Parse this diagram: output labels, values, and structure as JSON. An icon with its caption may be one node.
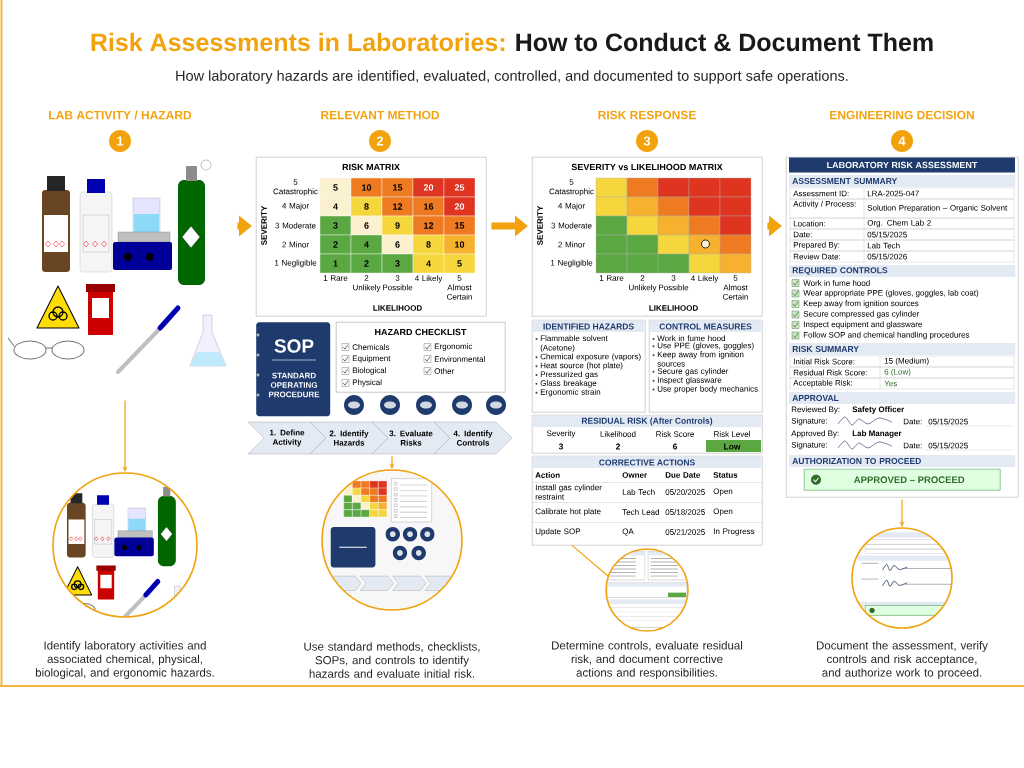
{
  "diagram": {
    "title": "Risk Assessments in Laboratories:",
    "caption": "How laboratory hazards are identified, evaluated, controlled, and documented to support safe operations.",
    "nodes": [
      {
        "text": [
          "LAB ACTIVITY / HAZARD",
          "1"
        ]
      },
      {
        "text": [],
        "shape": "picture"
      },
      {
        "text": [],
        "shape": "circle",
        "beside": [
          "Identify laboratory activities and associated chemical, physical, biological, and ergonomic hazards."
        ]
      },
      {
        "text": [
          "RELEVANT METHOD",
          "2"
        ]
      },
      {
        "text": [
          "RISK MATRIX",
          "SEVERITY",
          "LIKELIHOOD",
          "5 Catastrophic",
          "4 Major",
          "3 Moderate",
          "2 Minor",
          "1 Negligible",
          "1 Rare",
          "2 Unlikely",
          "3 Possible",
          "4 Likely",
          "5 Almost Certain",
          "5",
          "10",
          "15",
          "20",
          "25",
          "4",
          "8",
          "12",
          "16",
          "20",
          "3",
          "6",
          "9",
          "12",
          "15",
          "2",
          "4",
          "6",
          "8",
          "10",
          "1",
          "2",
          "3",
          "4",
          "5"
        ]
      },
      {
        "text": [
          "HAZARD CHECKLIST",
          "Chemicals",
          "Equipment",
          "Biological",
          "Physical",
          "Ergonomic",
          "Environmental",
          "Other"
        ]
      },
      {
        "text": [
          "SOP",
          "STANDARD OPERATING PROCEDURE"
        ]
      },
      {
        "text": [
          "1. Define Activity"
        ]
      },
      {
        "text": [
          "2. Identify Hazards"
        ]
      },
      {
        "text": [
          "3. Evaluate Risks"
        ]
      },
      {
        "text": [
          "4. Identify Controls"
        ]
      },
      {
        "text": [],
        "shape": "circle",
        "beside": [
          "Use standard methods, checklists, SOPs, and controls to identify hazards and evaluate initial risk."
        ]
      },
      {
        "text": [
          "RISK RESPONSE",
          "3"
        ]
      },
      {
        "text": [
          "SEVERITY vs LIKELIHOOD MATRIX",
          "SEVERITY",
          "LIKELIHOOD",
          "5 Catastrophic",
          "4 Major",
          "3 Moderate",
          "2 Minor",
          "1 Negligible",
          "1 Rare",
          "2 Unlikely",
          "3 Possible",
          "4 Likely",
          "5 Almost Certain"
        ]
      },
      {
        "text": [
          "IDENTIFIED HAZARDS",
          "Flammable solvent (Acetone)",
          "Chemical exposure (vapors)",
          "Heat source (hot plate)",
          "Pressurized gas",
          "Glass breakage",
          "Ergonomic strain"
        ]
      },
      {
        "text": [
          "CONTROL MEASURES",
          "Work in fume hood",
          "Use PPE (gloves, goggles)",
          "Keep away from ignition sources",
          "Secure gas cylinder",
          "Inspect glassware",
          "Use proper body mechanics"
        ]
      },
      {
        "text": [
          "RESIDUAL RISK (After Controls)",
          "Severity",
          "Likelihood",
          "Risk Score",
          "Risk Level",
          "3",
          "2",
          "6",
          "Low"
        ]
      },
      {
        "text": [
          "CORRECTIVE ACTIONS",
          "Action",
          "Owner",
          "Due Date",
          "Status",
          "Install gas cylinder restraint",
          "Lab Tech",
          "05/20/2025",
          "Open",
          "Calibrate hot plate",
          "Tech Lead",
          "05/18/2025",
          "Open",
          "Update SOP",
          "QA",
          "05/21/2025",
          "In Progress"
        ]
      },
      {
        "text": [],
        "shape": "circle",
        "beside": [
          "Determine controls, evaluate residual risk, and document corrective actions and responsibilities."
        ]
      },
      {
        "text": [
          "ENGINEERING DECISION",
          "4"
        ]
      },
      {
        "text": [
          "LABORATORY RISK ASSESSMENT",
          "ASSESSMENT SUMMARY",
          "Assessment ID:",
          "LRA-2025-047",
          "Activity / Process:",
          "Solution Preparation – Organic Solvent",
          "Location:",
          "Org. Chem Lab 2",
          "Date:",
          "05/15/2025",
          "Prepared By:",
          "Lab Tech",
          "Review Date:",
          "05/15/2026",
          "REQUIRED CONTROLS",
          "Work in fume hood",
          "Wear appropriate PPE (gloves, goggles, lab coat)",
          "Keep away from ignition sources",
          "Secure compressed gas cylinder",
          "Inspect equipment and glassware",
          "Follow SOP and chemical handling procedures",
          "RISK SUMMARY",
          "Initial Risk Score:",
          "15 (Medium)",
          "Residual Risk Score:",
          "6 (Low)",
          "Acceptable Risk:",
          "Yes",
          "APPROVAL",
          "Reviewed By:",
          "Safety Officer",
          "Signature:",
          "Date:",
          "05/15/2025",
          "Approved By:",
          "Lab Manager",
          "Signature:",
          "Date:",
          "05/15/2025",
          "AUTHORIZATION TO PROCEED"
        ]
      },
      {
        "text": [
          "APPROVED – PROCEED"
        ],
        "in": 20
      },
      {
        "text": [],
        "shape": "circle",
        "beside": [
          "Document the assessment, verify controls and risk acceptance, and authorize work to proceed."
        ]
      }
    ],
    "edges": [
      {
        "from": 1,
        "to": 4,
        "arrow": "to",
        "style": "thick"
      },
      {
        "from": 4,
        "to": 13,
        "arrow": "to",
        "style": "thick"
      },
      {
        "from": 13,
        "to": 20,
        "arrow": "to",
        "style": "thick"
      },
      {
        "from": 1,
        "to": 2,
        "arrow": "to"
      },
      {
        "from": 9,
        "to": 11,
        "arrow": "to"
      },
      {
        "from": 17,
        "to": 18,
        "arrow": "none"
      },
      {
        "from": 20,
        "to": 22,
        "arrow": "to"
      }
    ],
    "labels": [
      "How to Conduct & Document Them"
    ]
  }
}
